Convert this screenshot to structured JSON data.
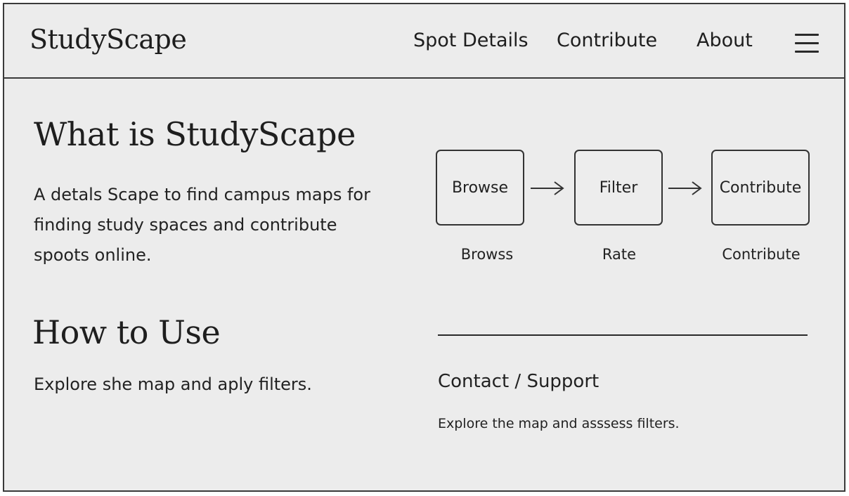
{
  "header": {
    "brand": "StudyScape",
    "nav": {
      "spot_details": "Spot Details",
      "contribute": "Contribute",
      "about": "About"
    },
    "menu_icon": "hamburger-menu-icon"
  },
  "about": {
    "title": "What is StudyScape",
    "description": "A detals Scape to find campus maps for finding study spaces and contribute spoots online."
  },
  "flow": {
    "steps": [
      {
        "box_label": "Browse",
        "caption": "Browss"
      },
      {
        "box_label": "Filter",
        "caption": "Rate"
      },
      {
        "box_label": "Contribute",
        "caption": "Contribute"
      }
    ],
    "arrow_icon": "arrow-right-icon"
  },
  "how_to_use": {
    "title": "How to Use",
    "text": "Explore she map and aply filters."
  },
  "contact": {
    "title": "Contact / Support",
    "text": "Explore the map and asssess filters."
  }
}
